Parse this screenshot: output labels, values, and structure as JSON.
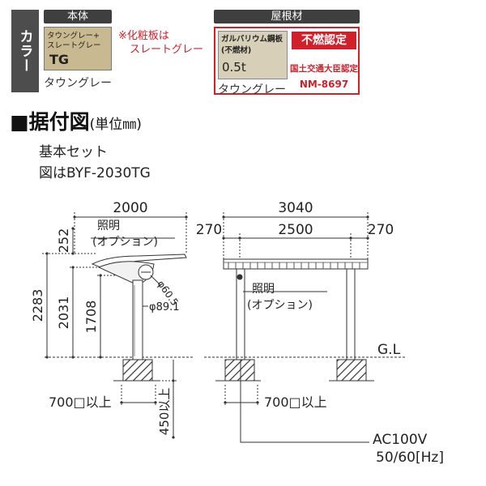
{
  "color_section": {
    "label": "カラー",
    "body": {
      "header": "本体",
      "swatch_line1": "タウングレー+",
      "swatch_line2": "スレートグレー",
      "swatch_code": "TG",
      "caption": "タウングレー",
      "note_line1": "※化粧板は",
      "note_line2": "スレートグレー",
      "swatch_color": "#c9b990"
    },
    "roof": {
      "header": "屋根材",
      "swatch_line1": "ガルバリウム鋼板",
      "swatch_line2": "(不燃材)",
      "swatch_line3": "0.5t",
      "caption": "タウングレー",
      "badge": "不燃認定",
      "cert_line1": "国土交通大臣認定",
      "cert_line2": "NM-8697",
      "accent_color": "#d0202a"
    }
  },
  "drawing": {
    "title": "■据付図",
    "title_unit": "(単位㎜)",
    "set_name": "基本セット",
    "model_note": "図はBYF-2030TG",
    "side_view": {
      "width_dim": "2000",
      "dim_252": "252",
      "dim_2283": "2283",
      "dim_2031": "2031",
      "dim_1708": "1708",
      "lighting_line1": "照明",
      "lighting_line2": "(オプション)",
      "pipe_small": "φ60.5",
      "pipe_large": "φ89.1",
      "foundation_width": "700□以上",
      "foundation_depth": "450以上"
    },
    "front_view": {
      "total_width": "3040",
      "span": "2500",
      "overhang_left": "270",
      "overhang_right": "270",
      "lighting_line1": "照明",
      "lighting_line2": "(オプション)",
      "ground_label": "G.L",
      "foundation_width": "700□以上",
      "power_line1": "AC100V",
      "power_line2": "50/60[Hz]"
    }
  }
}
